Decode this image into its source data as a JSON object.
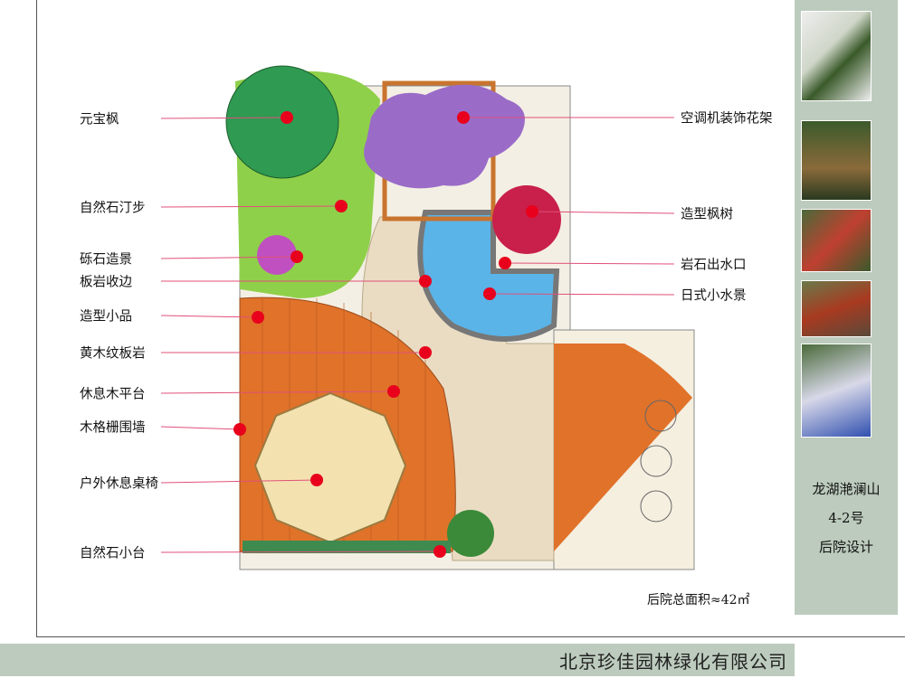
{
  "left_labels": [
    "元宝枫",
    "自然石汀步",
    "砾石造景",
    "板岩收边",
    "造型小品",
    "黄木纹板岩",
    "休息木平台",
    "木格栅围墙",
    "户外休息桌椅",
    "自然石小台"
  ],
  "right_labels": [
    "空调机装饰花架",
    "造型枫树",
    "岩石出水口",
    "日式小水景"
  ],
  "area_note": "后院总面积≈42㎡",
  "project": {
    "name": "龙湖滟澜山",
    "unit": "4-2号",
    "title": "后院设计"
  },
  "company": "北京珍佳园林绿化有限公司",
  "colors": {
    "panel": "#bccbbd",
    "leader": "#e0507a",
    "marker": "#e8001c"
  }
}
